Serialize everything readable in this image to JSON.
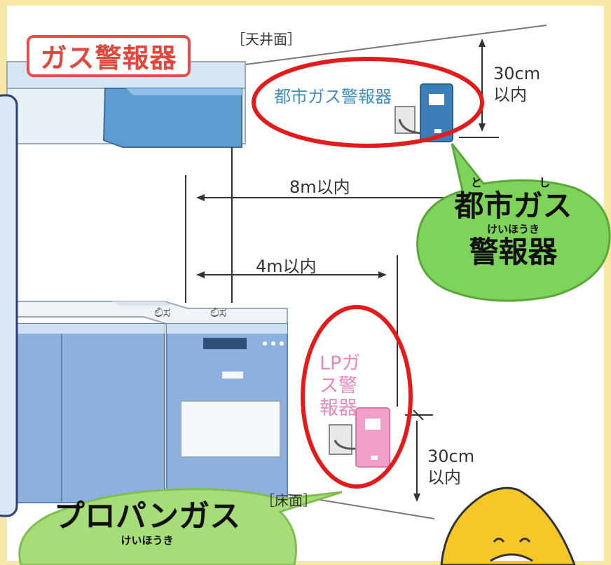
{
  "title": "ガス警報器",
  "ceiling_label": "［天井面］",
  "floor_label": "［床面］",
  "city_gas_label": "都市ガス警報器",
  "lp_gas_label": "LPガス警報器",
  "distance_top": "30cm以内",
  "distance_bottom": "30cm以内",
  "distance_8m": "8m以内",
  "distance_4m": "4m以内",
  "bubble_city": {
    "ruby_top": "と し",
    "line1": "都市ガス",
    "ruby_mid": "けいほうき",
    "line2": "警報器"
  },
  "bubble_propane": {
    "line1": "プロパンガス",
    "ruby_mid": "けいほうき"
  },
  "colors": {
    "title_red": "#e0473d",
    "city_blue": "#3f8fc1",
    "lp_pink": "#e988bb",
    "bubble_green": "#7ed35a",
    "highlight_red": "#e51b1b"
  }
}
